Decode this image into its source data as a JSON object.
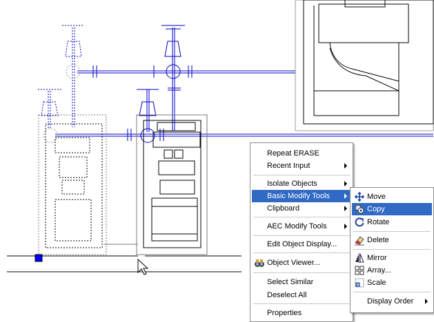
{
  "context_menu": {
    "items": [
      {
        "label": "Repeat ERASE"
      },
      {
        "label": "Recent Input"
      },
      {
        "label": "Isolate Objects"
      },
      {
        "label": "Basic Modify Tools"
      },
      {
        "label": "Clipboard"
      },
      {
        "label": "AEC Modify Tools"
      },
      {
        "label": "Edit Object Display..."
      },
      {
        "label": "Object Viewer..."
      },
      {
        "label": "Select Similar"
      },
      {
        "label": "Deselect All"
      },
      {
        "label": "Properties"
      }
    ]
  },
  "submenu": {
    "items": [
      {
        "label": "Move",
        "icon": "move-icon"
      },
      {
        "label": "Copy",
        "icon": "copy-icon"
      },
      {
        "label": "Rotate",
        "icon": "rotate-icon"
      },
      {
        "label": "Delete",
        "icon": "eraser-icon"
      },
      {
        "label": "Mirror",
        "icon": "mirror-icon"
      },
      {
        "label": "Array...",
        "icon": "array-icon"
      },
      {
        "label": "Scale",
        "icon": "scale-icon"
      },
      {
        "label": "Display Order"
      }
    ]
  },
  "colors": {
    "highlight": "#316ac5",
    "pipe": "#0000c8",
    "selection": "#0000ff"
  }
}
